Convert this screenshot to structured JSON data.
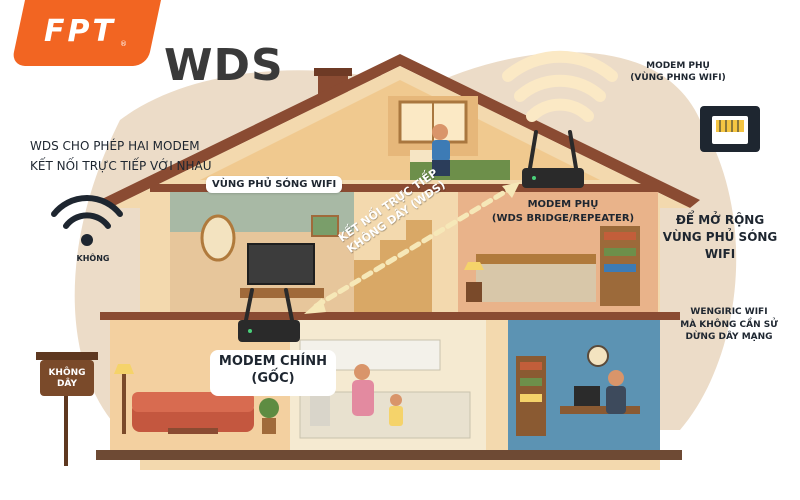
{
  "brand": {
    "logo_text": "FPT",
    "logo_reg": "®",
    "accent": "#f26522"
  },
  "title": "WDS",
  "description": {
    "line1": "WDS CHO PHÉP HAI MODEM",
    "line2": "KẾT NỐI TRỰC TIẾP VỚI NHAU"
  },
  "left_wifi_caption": "KHÔNG",
  "sign": {
    "line1": "KHÔNG",
    "line2": "DÂY"
  },
  "coverage_label": "VÙNG PHỦ SÓNG WIFI",
  "main_modem": {
    "line1": "MODEM CHÍNH",
    "line2": "(GỐC)"
  },
  "secondary_modem": {
    "line1": "MODEM PHỤ",
    "line2": "(WDS BRIDGE/REPEATER)"
  },
  "wds_link": {
    "line1": "KẾT NỐI TRỰC TIẾP",
    "line2": "KHÔNG DÂY (WDS)"
  },
  "right_top": {
    "line1": "MODEM PHỤ",
    "line2": "(VÙNG PHNG WIFI)"
  },
  "right_middle": {
    "line1": "ĐỂ MỞ RỘNG",
    "line2": "VÙNG PHỦ SÓNG",
    "line3": "WIFI"
  },
  "right_bottom": {
    "line1": "WENGIRIC WIFI",
    "line2": "MÀ KHÔNG CẦN SỬ",
    "line3": "DỪNG DÂY MẠNG"
  },
  "icons": [
    "wifi-icon",
    "ethernet-port-icon",
    "router-icon",
    "wifi-waves-icon"
  ],
  "colors": {
    "house_wall": "#f3d9ae",
    "roof": "#8a4b32",
    "blob": "#ecdcc8",
    "text": "#1e2630"
  }
}
